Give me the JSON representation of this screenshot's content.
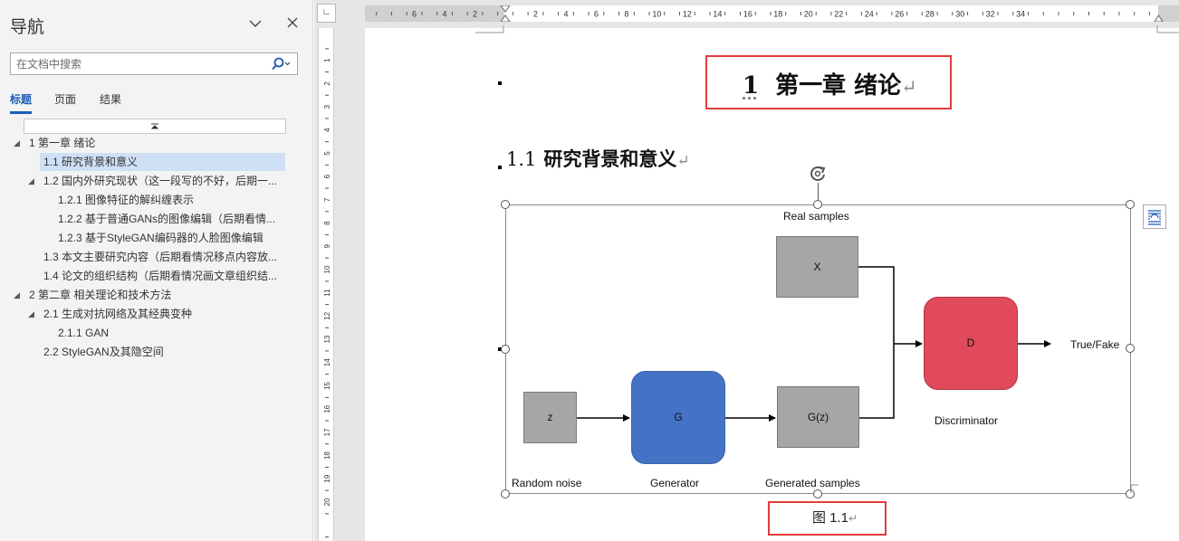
{
  "nav": {
    "title": "导航",
    "search_placeholder": "在文档中搜索",
    "tabs": [
      "标题",
      "页面",
      "结果"
    ],
    "tree": [
      {
        "label": "1 第一章 绪论",
        "expander": "◢"
      },
      {
        "label": "1.1 研究背景和意义",
        "selected": true
      },
      {
        "label": "1.2 国内外研究现状（这一段写的不好，后期一...",
        "expander": "◢"
      },
      {
        "label": "1.2.1 图像特征的解纠缠表示"
      },
      {
        "label": "1.2.2 基于普通GANs的图像编辑（后期看情..."
      },
      {
        "label": "1.2.3 基于StyleGAN编码器的人脸图像编辑"
      },
      {
        "label": "1.3 本文主要研究内容（后期看情况移点内容放..."
      },
      {
        "label": "1.4 论文的组织结构（后期看情况画文章组织结..."
      },
      {
        "label": "2 第二章 相关理论和技术方法",
        "expander": "◢"
      },
      {
        "label": "2.1 生成对抗网络及其经典变种",
        "expander": "◢"
      },
      {
        "label": "2.1.1 GAN"
      },
      {
        "label": "2.2 StyleGAN及其隐空间"
      }
    ]
  },
  "ruler": {
    "h_labels": [
      "6",
      "4",
      "2",
      "2",
      "4",
      "6",
      "8",
      "10",
      "12",
      "14",
      "16",
      "18",
      "20",
      "22",
      "24",
      "26",
      "28",
      "30",
      "32",
      "34"
    ],
    "v_labels": [
      "1",
      "2",
      "3",
      "4",
      "5",
      "6",
      "7",
      "8",
      "9",
      "10",
      "11",
      "12",
      "13",
      "14",
      "15",
      "16",
      "17",
      "18",
      "19",
      "20"
    ]
  },
  "doc": {
    "chapter_num": "1",
    "chapter_title": "第一章  绪论",
    "section_num": "1.1",
    "section_title": "研究背景和意义",
    "para_mark": "↵",
    "caption": "图  1.1",
    "highlight_color": "#e23c3c"
  },
  "diagram": {
    "real_samples": "Real samples",
    "x_box": "X",
    "z_box": "z",
    "generator_box": "G",
    "gz_box": "G(z)",
    "discriminator_box": "D",
    "true_fake": "True/Fake",
    "random_noise": "Random noise",
    "generator": "Generator",
    "generated_samples": "Generated samples",
    "discriminator": "Discriminator",
    "generator_color": "#4472c4",
    "discriminator_color": "#e04a5b",
    "box_gray": "#a6a6a6"
  }
}
